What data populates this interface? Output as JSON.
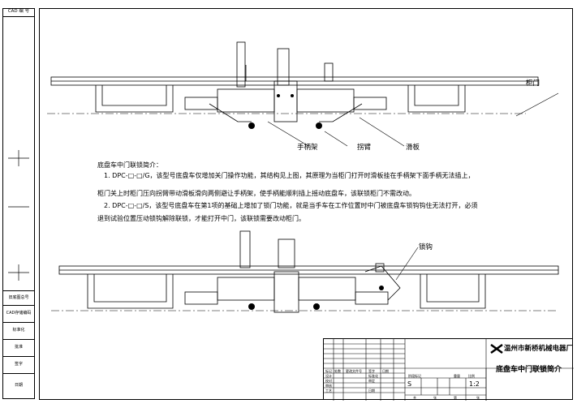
{
  "sidebar": {
    "top_cell": "CAD 编 号",
    "cells": [
      "旧底图总号",
      "CAD存储编码",
      "标准化",
      "批准",
      "签字",
      "日期"
    ]
  },
  "labels": {
    "cabinet_door": "柜门",
    "handle_frame": "手柄架",
    "push_arm": "拐臂",
    "slide_plate": "滑板",
    "lock_hook": "锁钩"
  },
  "description": {
    "heading": "底盘车中门联锁简介：",
    "line1": "1. DPC-□-□/G，该型号底盘车仅增加关门操作功能，其结构见上图，其原理为当柜门打开时滑板挂在手柄架下面手柄无法插上，",
    "line2": "柜门关上时柜门压向拐臂带动滑板滑向两侧避让手柄架，使手柄能顺利插上摇动底盘车，该联锁柜门不需改动。",
    "line3": "2. DPC-□-□/S，该型号底盘车在第1项的基础上增加了锁门功能，就是当手车在工作位置时中门被底盘车锁钩钩住无法打开，必须",
    "line4": "退到试验位置压动锁钩解除联锁，才能打开中门，该联锁需要改动柜门。"
  },
  "titleblock": {
    "company": "温州市新桥机械电器厂",
    "drawing_title": "底盘车中门联锁简介",
    "stage": "S",
    "scale": "1:2",
    "headers": [
      "阶段标记",
      "重量",
      "比例"
    ],
    "rows": [
      "标记",
      "处数",
      "更改文件号",
      "签字",
      "日期",
      "设计",
      "标准化",
      "校对",
      "审定",
      "审核",
      "工艺",
      "日期",
      "共",
      "张",
      "第",
      "张"
    ]
  }
}
